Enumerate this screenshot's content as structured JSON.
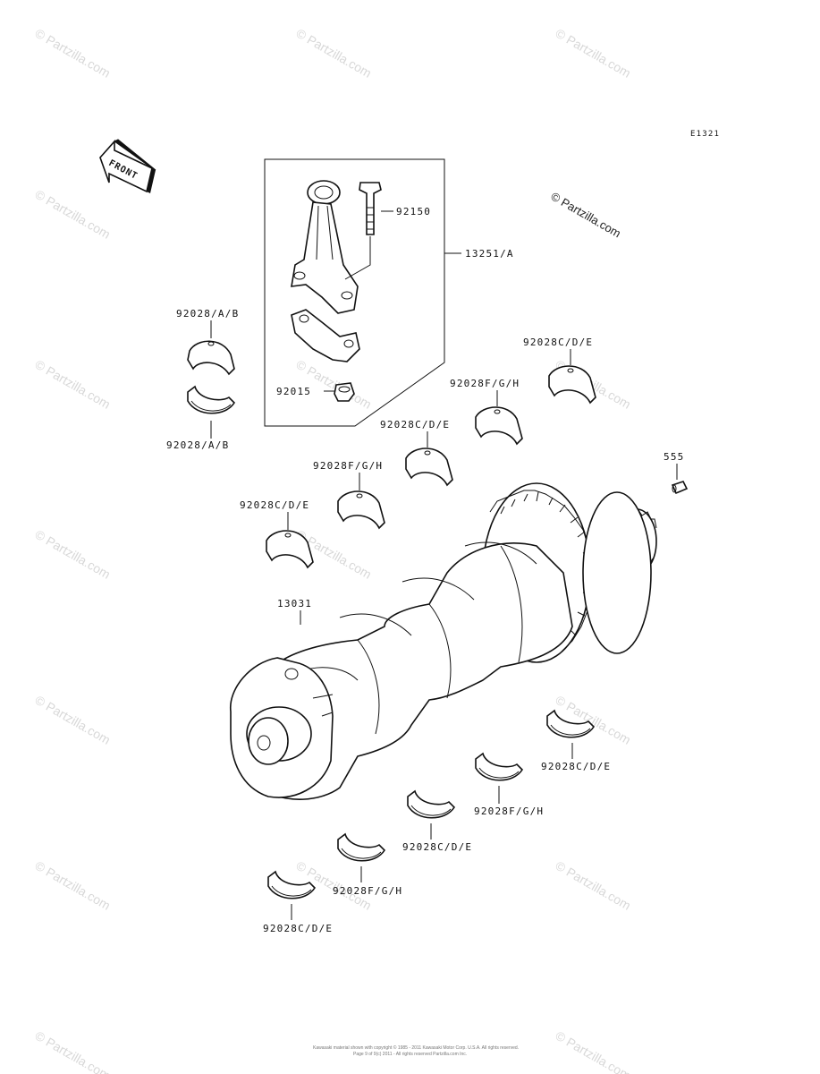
{
  "diagram": {
    "code": "E1321",
    "front_label": "FRONT",
    "watermark_main": "© Partzilla.com",
    "watermark_small": "© Partzilla.com",
    "copyright_line1": "Kawasaki material shown with copyright © 1985 - 2011 Kawasaki Motor Corp. U.S.A. All rights reserved.",
    "copyright_line2": "Page 9 of 9(c) 2011 - All rights reserved Partzilla.com Inc."
  },
  "callouts": {
    "bolt": "92150",
    "conrod_assy": "13251/A",
    "nut": "92015",
    "crankshaft": "13031",
    "pin": "555",
    "rod_bearing_upper": "92028/A/B",
    "rod_bearing_lower": "92028/A/B",
    "main_cde_1": "92028C/D/E",
    "main_fgh_1": "92028F/G/H",
    "main_cde_2": "92028C/D/E",
    "main_fgh_2": "92028F/G/H",
    "main_cde_3": "92028C/D/E",
    "lower_cde_1": "92028C/D/E",
    "lower_fgh_1": "92028F/G/H",
    "lower_cde_2": "92028C/D/E",
    "lower_fgh_2": "92028F/G/H",
    "lower_cde_3": "92028C/D/E"
  }
}
